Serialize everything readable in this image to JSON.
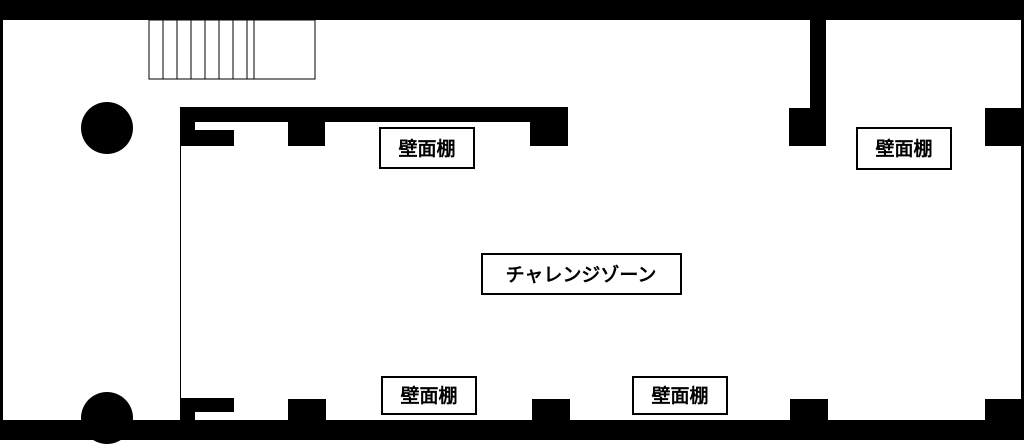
{
  "floor_plan": {
    "colors": {
      "wall": "#000000",
      "background": "#ffffff",
      "label_border": "#000000",
      "label_text": "#000000"
    },
    "labels": {
      "shelf_top_left": "壁面棚",
      "shelf_top_right": "壁面棚",
      "zone_center": "チャレンジゾーン",
      "shelf_bottom_left": "壁面棚",
      "shelf_bottom_right": "壁面棚"
    },
    "icons": {
      "stairs": "stairs-icon",
      "column": "round-column-icon"
    }
  }
}
